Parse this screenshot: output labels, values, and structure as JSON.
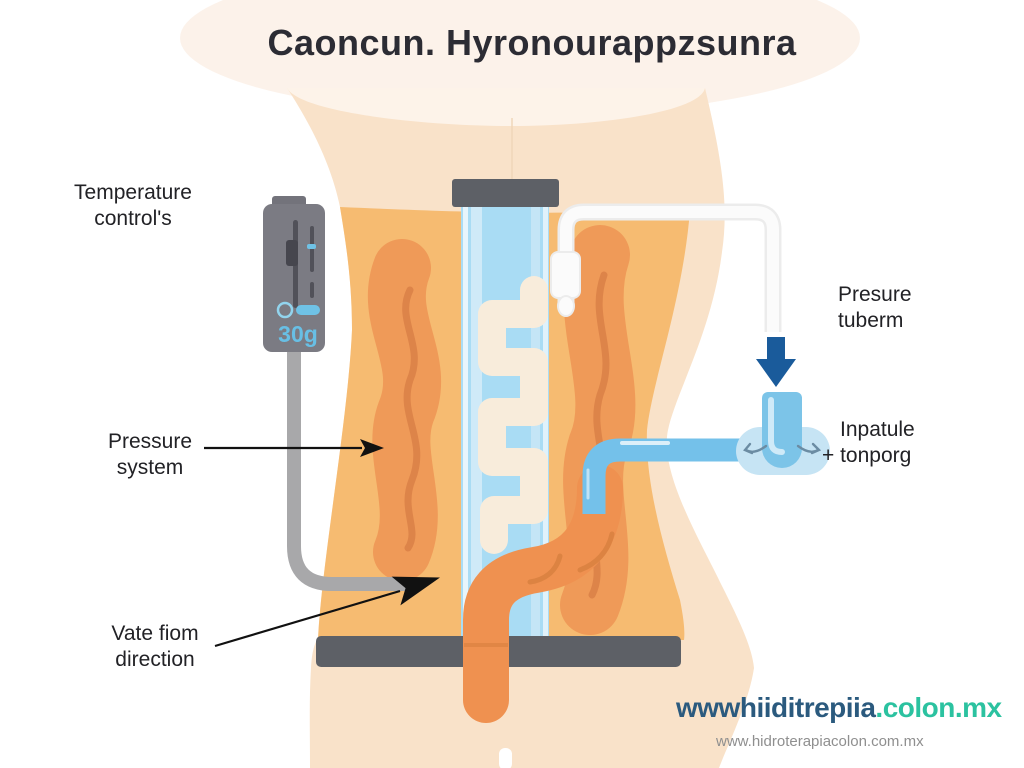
{
  "page": {
    "title": "Caoncun. Hyronourappzsunra"
  },
  "labels": {
    "temperature_control": {
      "line1": "Temperature",
      "line2": "control's"
    },
    "pressure_system": {
      "line1": "Pressure",
      "line2": "system"
    },
    "water_flow": {
      "line1": "Vate fiom",
      "line2": "direction"
    },
    "pressure_tube": {
      "line1": "Presure",
      "line2": "tuberm"
    },
    "inlet": {
      "line1": "Inpatule",
      "line2": "+ tonporg"
    }
  },
  "device": {
    "display_value": "30g"
  },
  "footer": {
    "url_primary_name": "wwwhiiditrepiia",
    "url_primary_domain": ".colon.mx",
    "url_secondary": "www.hidroterapiacolon.com.mx"
  },
  "icons": {
    "pressure_pointer": "right-arrow-icon",
    "water_flow_pointer": "up-right-arrow-icon",
    "inlet_flow": "down-arrow-icon",
    "circulation": "curved-left-right-arrows-icon"
  },
  "colors": {
    "skin_light": "#f9e2c9",
    "abdomen_orange": "#f6bb71",
    "intestine_orange": "#ef9a58",
    "intestine_outline": "#dd8449",
    "tube_orange": "#ef9150",
    "water_column_blue": "#a9dcf4",
    "water_tube_blue": "#74c1ea",
    "inlet_blob_blue": "#c6e4f4",
    "arrow_navy": "#1a5b9b",
    "device_gray": "#7b7b83",
    "belt_gray": "#5d6066",
    "cable_gray": "#a8a8aa",
    "url_blue": "#2b5a7e",
    "url_teal": "#2bc2a0"
  }
}
